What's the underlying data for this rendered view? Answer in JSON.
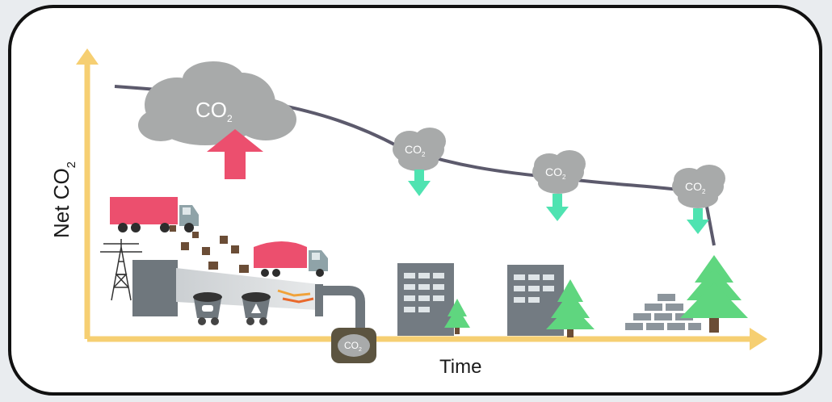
{
  "diagram": {
    "y_axis_label": "Net CO",
    "y_axis_sub": "2",
    "x_axis_label": "Time",
    "cloud_label": "CO",
    "cloud_sub": "2",
    "colors": {
      "axis": "#f6cf72",
      "curve": "#5c5a6c",
      "cloud": "#a8aaaa",
      "emit_arrow": "#ec4f6e",
      "absorb_arrow": "#4fe3b1",
      "truck": "#ec4f6e",
      "building": "#737b82",
      "tree": "#5fd67f",
      "ground_block": "#8c959c"
    }
  }
}
